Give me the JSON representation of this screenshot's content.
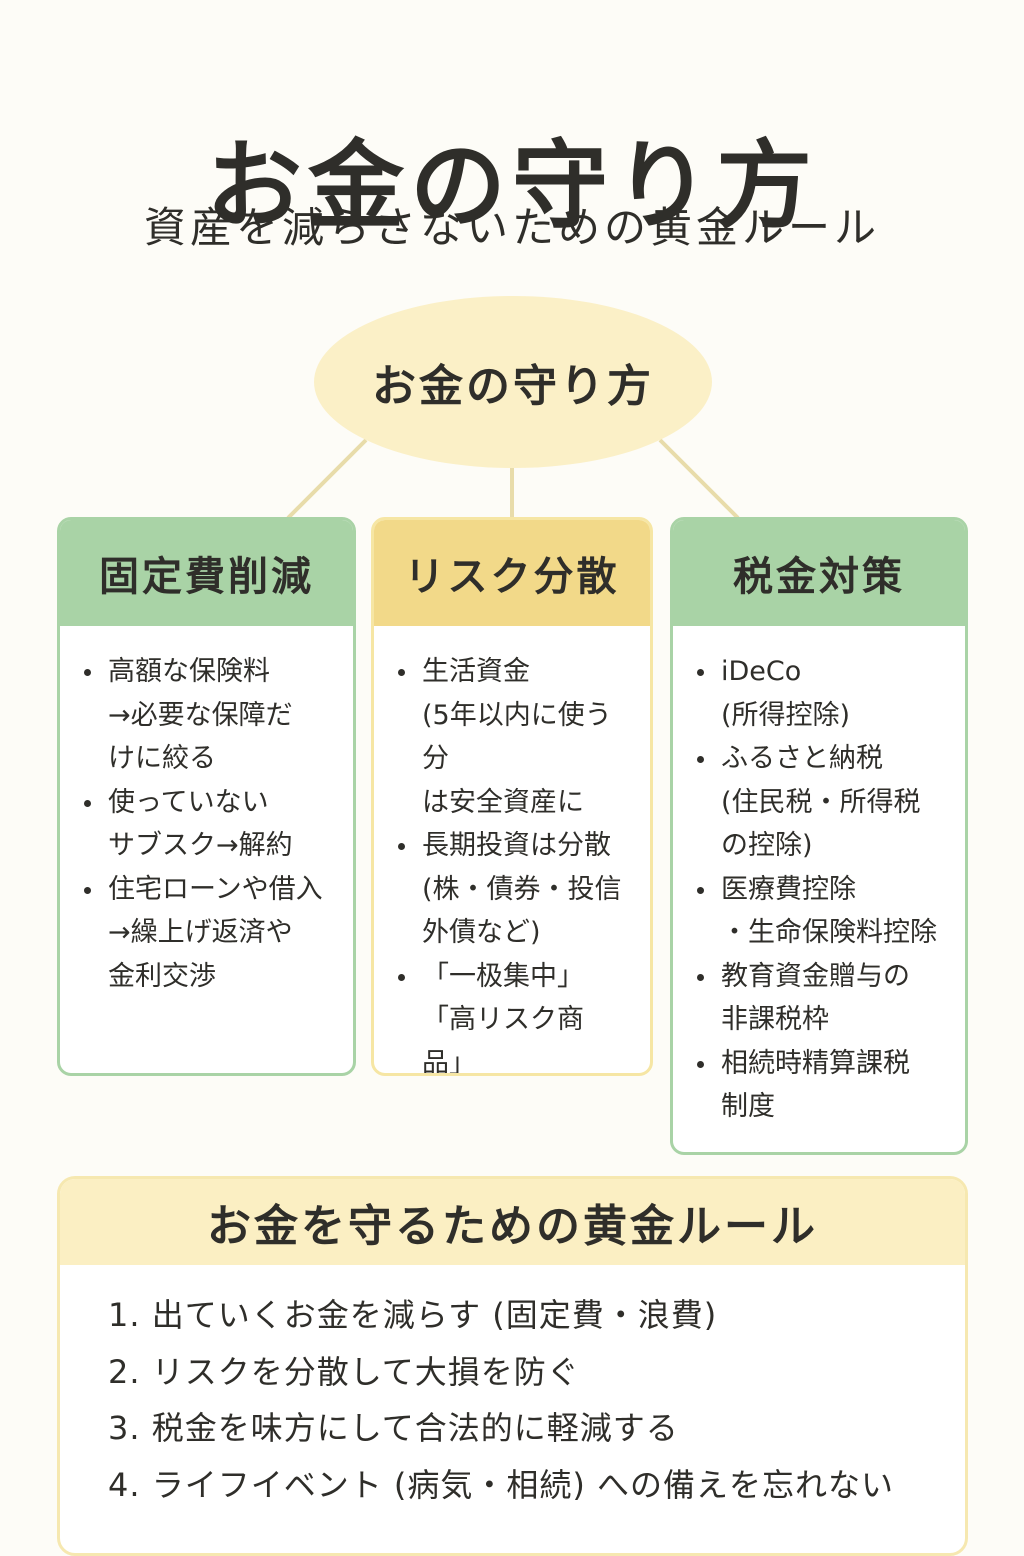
{
  "title": "お金の守り方",
  "subtitle": "資産を減らさないための黄金ルール",
  "hub": {
    "label": "お金の守り方"
  },
  "cards": [
    {
      "title": "固定費削減",
      "items": [
        "高額な保険料\n→必要な保障だ\nけに絞る",
        "使っていない\nサブスク→解約",
        "住宅ローンや借入\n→繰上げ返済や\n金利交渉"
      ]
    },
    {
      "title": "リスク分散",
      "items": [
        "生活資金\n(5年以内に使う分\nは安全資産に",
        "長期投資は分散\n(株・債券・投信\n外債など)",
        "「一极集中」\n「高リスク商品」\nに手を出さない"
      ]
    },
    {
      "title": "税金対策",
      "items": [
        "iDeCo\n(所得控除)",
        "ふるさと納税\n(住民税・所得税\nの控除)",
        "医療費控除\n・生命保険料控除",
        "教育資金贈与の\n非課税枠",
        "相続時精算課税\n制度"
      ]
    }
  ],
  "rules": {
    "title": "お金を守るための黄金ルール",
    "items": [
      "1. 出ていくお金を減らす (固定費・浪費)",
      "2. リスクを分散して大損を防ぐ",
      "3. 税金を味方にして合法的に軽減する",
      "4. ライフイベント (病気・相続) への備えを忘れない"
    ]
  },
  "colors": {
    "background": "#fdfcf7",
    "green": "#a9d3a6",
    "yellow": "#f2d989",
    "light_yellow": "#fbefc3",
    "text": "#2f2e2a",
    "connector": "#e8dcaa"
  }
}
